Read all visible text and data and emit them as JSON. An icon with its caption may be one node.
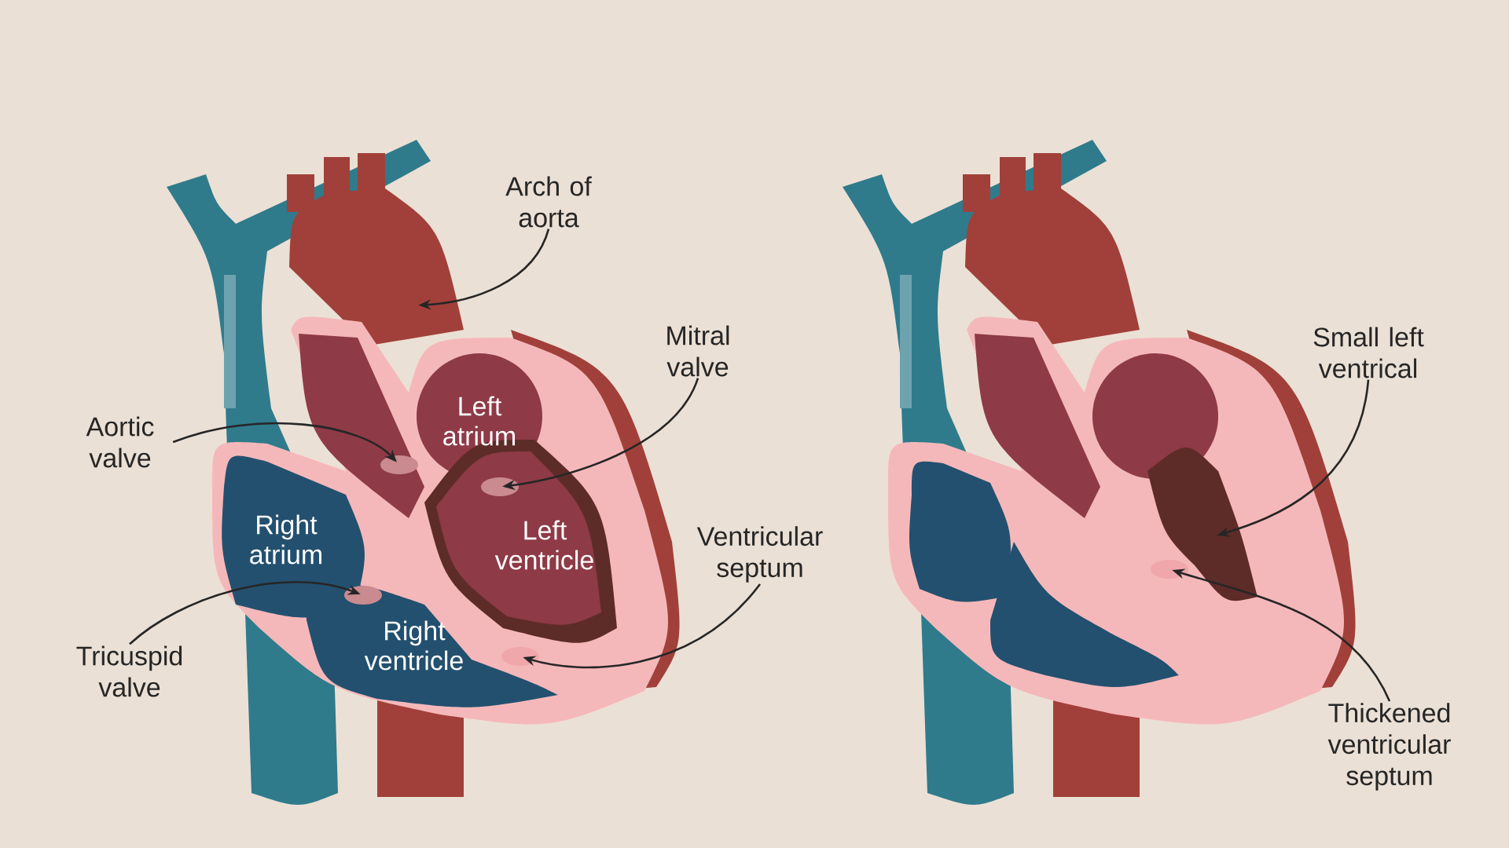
{
  "diagram": {
    "nodes": [
      {
        "text": [
          "Arch of aorta"
        ]
      },
      {
        "text": [
          "Mitral valve"
        ]
      },
      {
        "text": [
          "Aortic valve"
        ]
      },
      {
        "text": [
          "Ventricular septum"
        ]
      },
      {
        "text": [
          "Tricuspid valve"
        ]
      },
      {
        "text": [
          "Small left ventrical"
        ]
      },
      {
        "text": [
          "Thickened ventricular septum"
        ]
      },
      {
        "text": [],
        "shape": "picture"
      },
      {
        "text": [],
        "shape": "circle"
      },
      {
        "text": [],
        "shape": "circle"
      },
      {
        "text": [],
        "shape": "circle"
      },
      {
        "text": [],
        "shape": "circle"
      },
      {
        "text": [],
        "shape": "picture"
      },
      {
        "text": [],
        "shape": "circle"
      }
    ],
    "edges": [
      {
        "from": 0,
        "to": 7,
        "arrow": "to"
      },
      {
        "from": 1,
        "to": 8,
        "arrow": "to"
      },
      {
        "from": 2,
        "to": 9,
        "arrow": "to"
      },
      {
        "from": 3,
        "to": 10,
        "arrow": "to"
      },
      {
        "from": 4,
        "to": 11,
        "arrow": "to"
      },
      {
        "from": 5,
        "to": 12,
        "arrow": "to"
      },
      {
        "from": 6,
        "to": 13,
        "arrow": "to"
      }
    ],
    "labels": [
      "Left atrium",
      "Right atrium",
      "Left ventricle",
      "Right ventricle"
    ]
  }
}
